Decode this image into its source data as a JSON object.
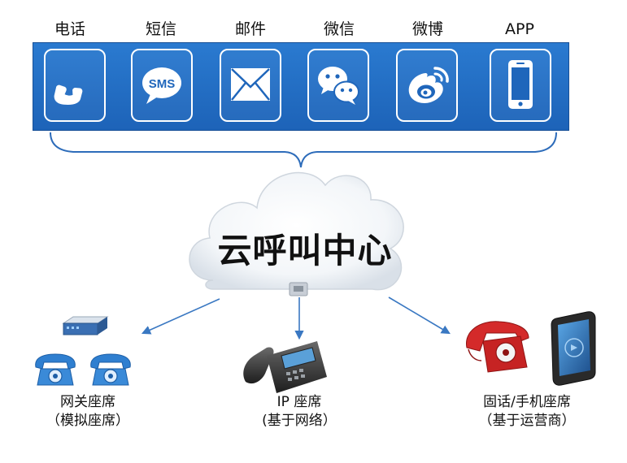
{
  "channels": [
    {
      "label": "电话",
      "icon": "phone-handset-icon"
    },
    {
      "label": "短信",
      "icon": "sms-bubble-icon",
      "icon_text": "SMS"
    },
    {
      "label": "邮件",
      "icon": "envelope-icon"
    },
    {
      "label": "微信",
      "icon": "wechat-icon"
    },
    {
      "label": "微博",
      "icon": "weibo-icon"
    },
    {
      "label": "APP",
      "icon": "smartphone-icon"
    }
  ],
  "center": {
    "title": "云呼叫中心"
  },
  "endpoints": [
    {
      "line1": "网关座席",
      "line2": "（模拟座席）"
    },
    {
      "line1": "IP 座席",
      "line2": "(基于网络）"
    },
    {
      "line1": "固话/手机座席",
      "line2": "（基于运营商）"
    }
  ],
  "colors": {
    "strip_blue": "#2170c6",
    "arrow_blue": "#3a78c2",
    "phone_red": "#d42a2a"
  }
}
